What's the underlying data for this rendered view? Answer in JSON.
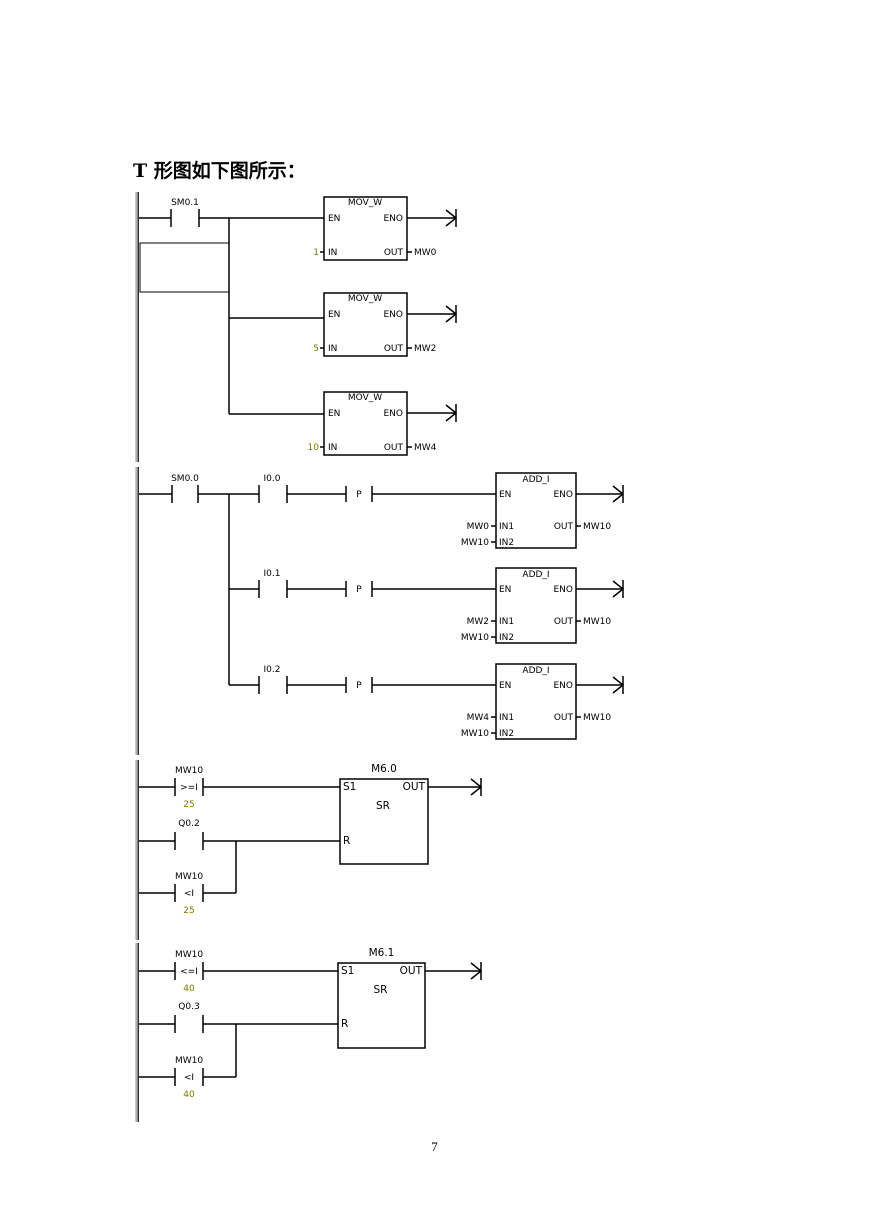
{
  "heading": "T 形图如下图所示：",
  "page_number": "7",
  "networks": [
    {
      "contact": "SM0.1",
      "boxes": [
        {
          "title": "MOV_W",
          "en": "EN",
          "eno": "ENO",
          "in_pin": "IN",
          "out_pin": "OUT",
          "in_value": "1",
          "out_value": "MW0"
        },
        {
          "title": "MOV_W",
          "en": "EN",
          "eno": "ENO",
          "in_pin": "IN",
          "out_pin": "OUT",
          "in_value": "5",
          "out_value": "MW2"
        },
        {
          "title": "MOV_W",
          "en": "EN",
          "eno": "ENO",
          "in_pin": "IN",
          "out_pin": "OUT",
          "in_value": "10",
          "out_value": "MW4"
        }
      ]
    },
    {
      "contact": "SM0.0",
      "branches": [
        {
          "contact": "I0.0",
          "edge": "P",
          "title": "ADD_I",
          "en": "EN",
          "eno": "ENO",
          "in1_pin": "IN1",
          "in2_pin": "IN2",
          "out_pin": "OUT",
          "in1": "MW0",
          "in2": "MW10",
          "out": "MW10"
        },
        {
          "contact": "I0.1",
          "edge": "P",
          "title": "ADD_I",
          "en": "EN",
          "eno": "ENO",
          "in1_pin": "IN1",
          "in2_pin": "IN2",
          "out_pin": "OUT",
          "in1": "MW2",
          "in2": "MW10",
          "out": "MW10"
        },
        {
          "contact": "I0.2",
          "edge": "P",
          "title": "ADD_I",
          "en": "EN",
          "eno": "ENO",
          "in1_pin": "IN1",
          "in2_pin": "IN2",
          "out_pin": "OUT",
          "in1": "MW4",
          "in2": "MW10",
          "out": "MW10"
        }
      ]
    },
    {
      "set_cmp": {
        "word": "MW10",
        "op": ">=I",
        "value": "25"
      },
      "reset_contact": "Q0.2",
      "reset_cmp": {
        "word": "MW10",
        "op": "<I",
        "value": "25"
      },
      "sr": {
        "bit": "M6.0",
        "s1": "S1",
        "out": "OUT",
        "label": "SR",
        "r": "R"
      }
    },
    {
      "set_cmp": {
        "word": "MW10",
        "op": "<=I",
        "value": "40"
      },
      "reset_contact": "Q0.3",
      "reset_cmp": {
        "word": "MW10",
        "op": "<I",
        "value": "40"
      },
      "sr": {
        "bit": "M6.1",
        "s1": "S1",
        "out": "OUT",
        "label": "SR",
        "r": "R"
      }
    }
  ]
}
